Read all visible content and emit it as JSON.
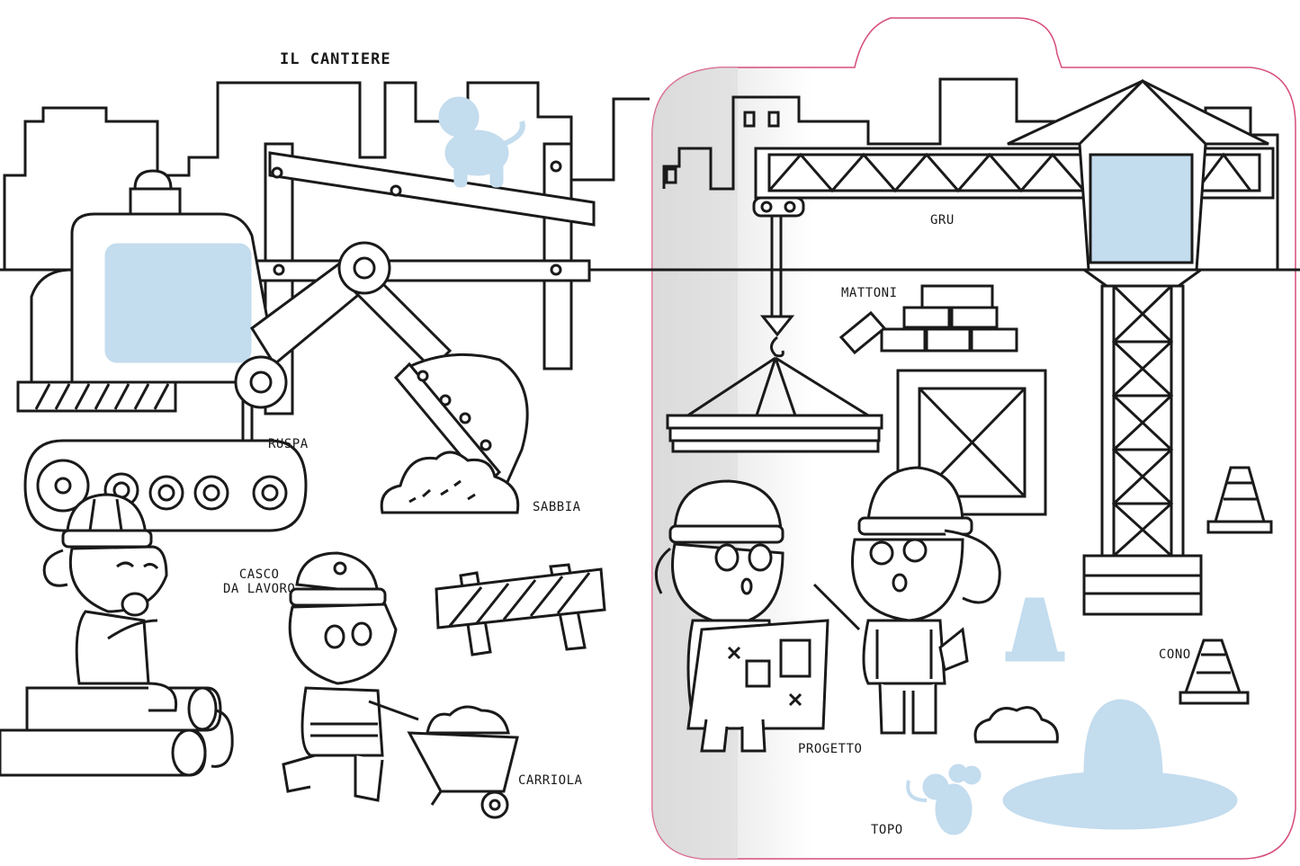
{
  "page": {
    "title": "IL CANTIERE"
  },
  "labels": {
    "ruspa": "RUSPA",
    "sabbia": "SABBIA",
    "casco_line1": "CASCO",
    "casco_line2": "DA LAVORO",
    "carriola": "CARRIOLA",
    "gru": "GRU",
    "mattoni": "MATTONI",
    "cono": "CONO",
    "progetto": "PROGETTO",
    "topo": "TOPO"
  },
  "colors": {
    "line": "#1a1a1a",
    "window_blue": "#c3dcee",
    "page_shade": "#e4e4e4",
    "page_edge": "#d64d7b"
  }
}
